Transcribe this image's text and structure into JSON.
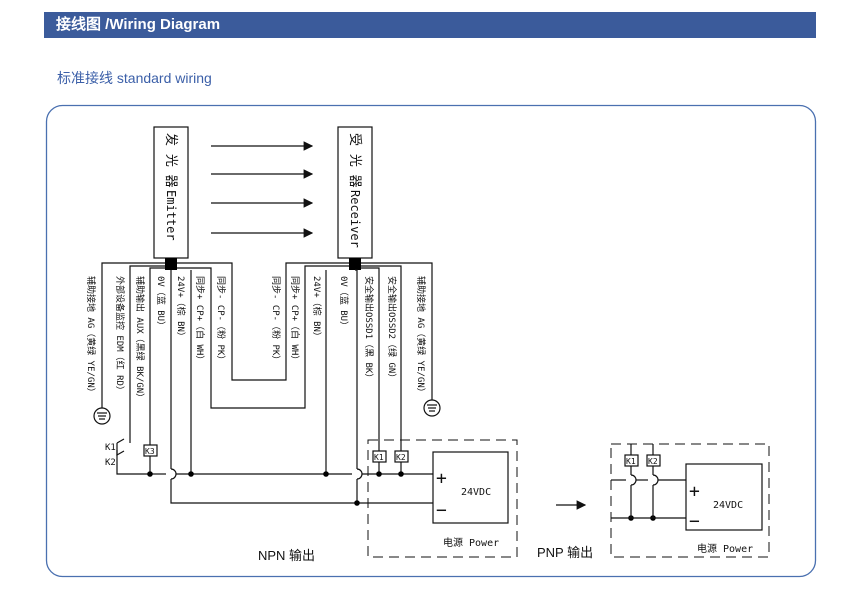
{
  "header": {
    "title": "接线图 /Wiring Diagram"
  },
  "subtitle": "标准接线 standard wiring",
  "colors": {
    "header_bg": "#3b5b9b",
    "frame": "#4a70b0",
    "subtitle": "#3b5fa8"
  },
  "emitter": {
    "label_cn": "发 光 器",
    "label_en": "Emitter",
    "wires": [
      "辅助接地 AG（黄绿 YE/GN）",
      "外部设备监控 EDM（红 RD）",
      "辅助输出 AUX（黑绿 BK/GN）",
      "0V（蓝 BU）",
      "24V+（棕 BN）",
      "同步+ CP+（白 WH）",
      "同步- CP-（粉 PK）"
    ]
  },
  "receiver": {
    "label_cn": "受 光 器",
    "label_en": "Receiver",
    "wires": [
      "同步- CP-（粉 PK）",
      "同步+ CP+（白 WH）",
      "24V+（棕 BN）",
      "0V（蓝 BU）",
      "安全输出OSSD1（黑 BK）",
      "安全输出OSSD2（绿 GN）",
      "辅助接地 AG（黄绿 YE/GN）"
    ]
  },
  "relays": {
    "k1": "K1",
    "k2": "K2",
    "k3": "K3"
  },
  "power": {
    "voltage": "24VDC",
    "label": "电源 Power",
    "plus": "+",
    "minus": "−"
  },
  "npn_label": "NPN 输出",
  "pnp_label": "PNP 输出"
}
